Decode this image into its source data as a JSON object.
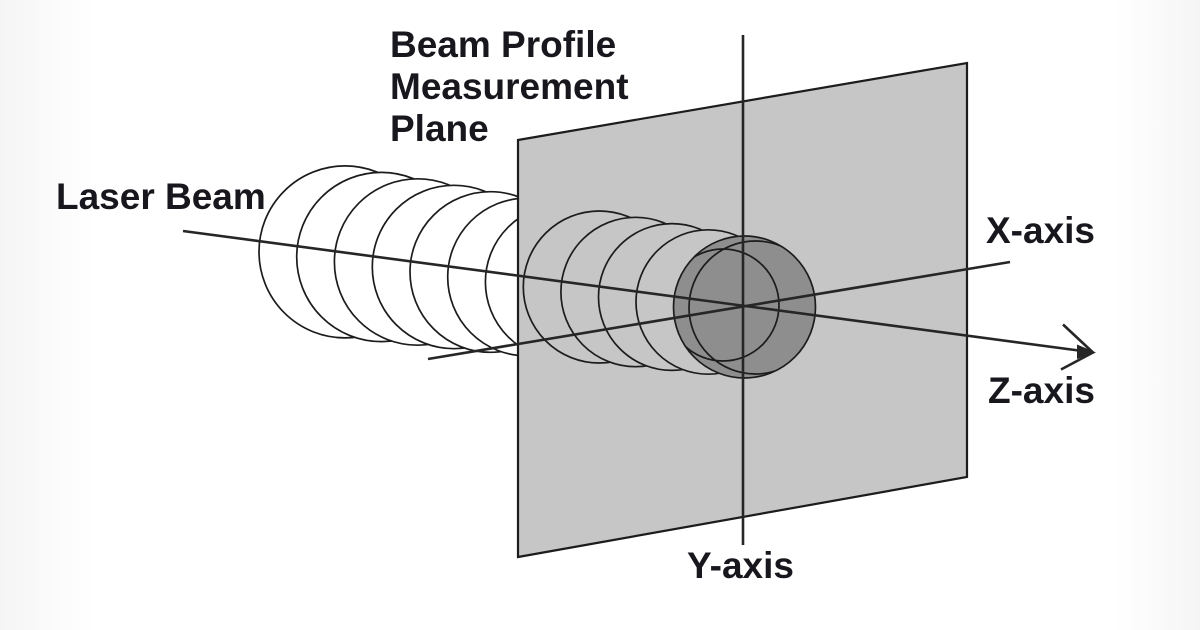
{
  "diagram": {
    "labels": {
      "laser_beam": "Laser Beam",
      "measurement_plane": "Beam Profile\nMeasurement\nPlane",
      "x_axis": "X-axis",
      "y_axis": "Y-axis",
      "z_axis": "Z-axis"
    },
    "colors": {
      "background": "#ffffff",
      "plane_fill": "#c6c6c6",
      "beam_spot_fill": "#8e8e8e",
      "ring_fill": "#ffffff",
      "line": "#222222",
      "text": "#17171d"
    }
  }
}
